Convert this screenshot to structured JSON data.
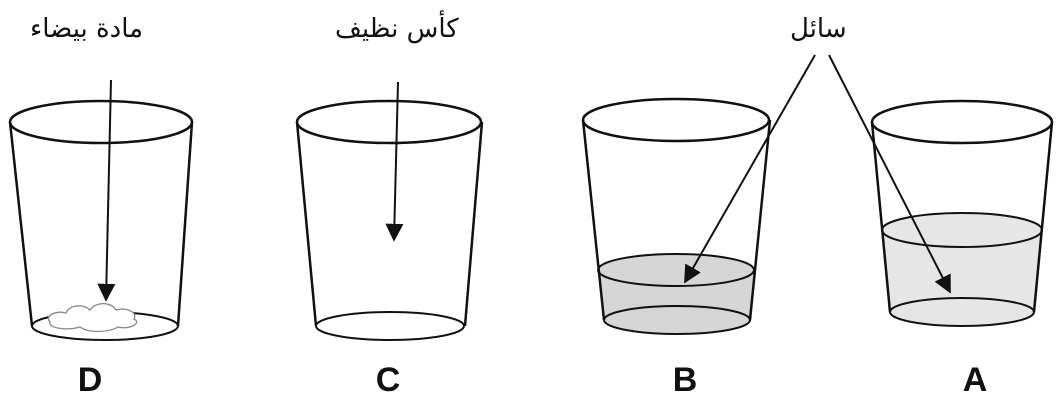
{
  "labels": {
    "white_substance": "مادة بيضاء",
    "clean_glass": "كأس نظيف",
    "liquid": "سائل"
  },
  "cups": [
    {
      "letter": "D",
      "contents": "white substance"
    },
    {
      "letter": "C",
      "contents": "empty"
    },
    {
      "letter": "B",
      "contents": "liquid"
    },
    {
      "letter": "A",
      "contents": "liquid"
    }
  ],
  "colors": {
    "liquid_B": "#d6d6d6",
    "liquid_A": "#e6e6e6",
    "stroke": "#111111"
  }
}
